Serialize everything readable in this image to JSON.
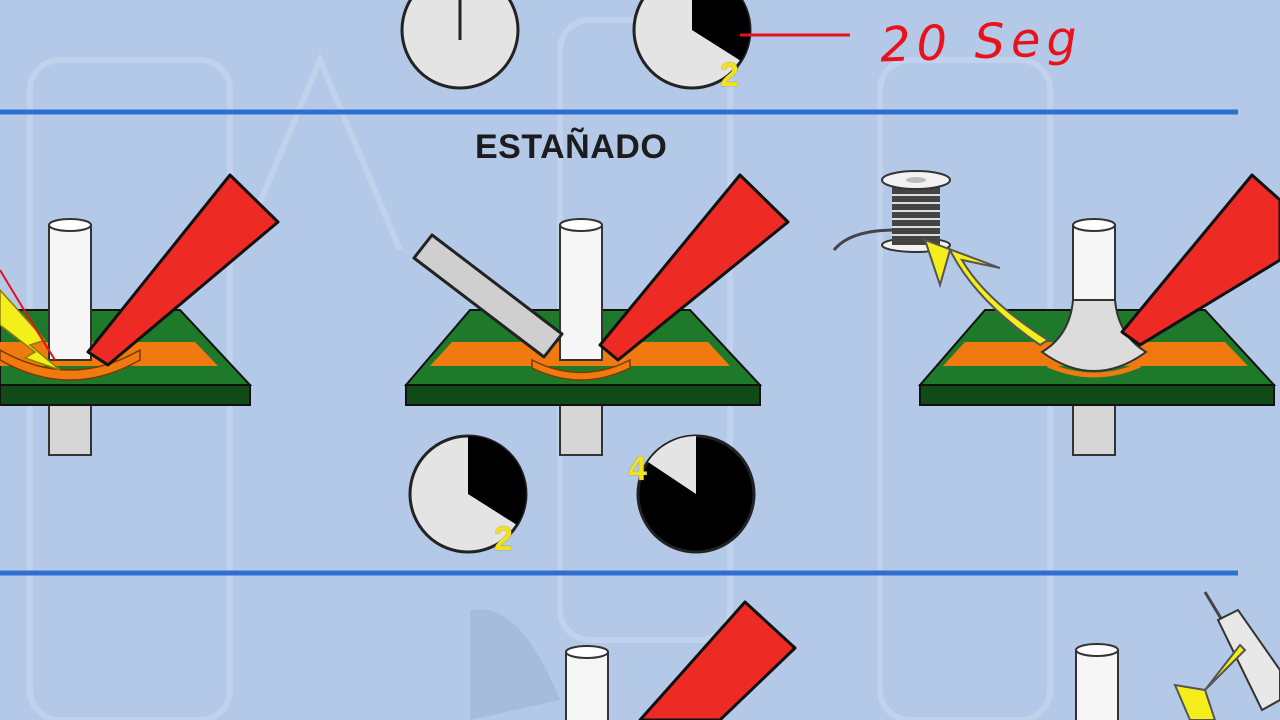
{
  "section_title": "ESTAÑADO",
  "annotation_text": "20 Seg",
  "timers": {
    "top_right_label": "2",
    "middle_left_label": "2",
    "middle_right_label": "4"
  },
  "colors": {
    "background": "#b4c9e8",
    "separator": "#2f6fd0",
    "iron_tip": "#ee2a24",
    "board": "#1e7a2a",
    "copper_pad": "#f07a10",
    "timer_light": "#e4e4e4",
    "timer_dark": "#000000",
    "arrow": "#f4ee1a",
    "annotation": "#e8121c"
  },
  "icons": [
    "soldering-iron-icon",
    "component-lead-icon",
    "circuit-board-icon",
    "solder-wire-icon",
    "solder-spool-icon",
    "timer-icon",
    "arrow-icon",
    "desoldering-pump-icon"
  ]
}
